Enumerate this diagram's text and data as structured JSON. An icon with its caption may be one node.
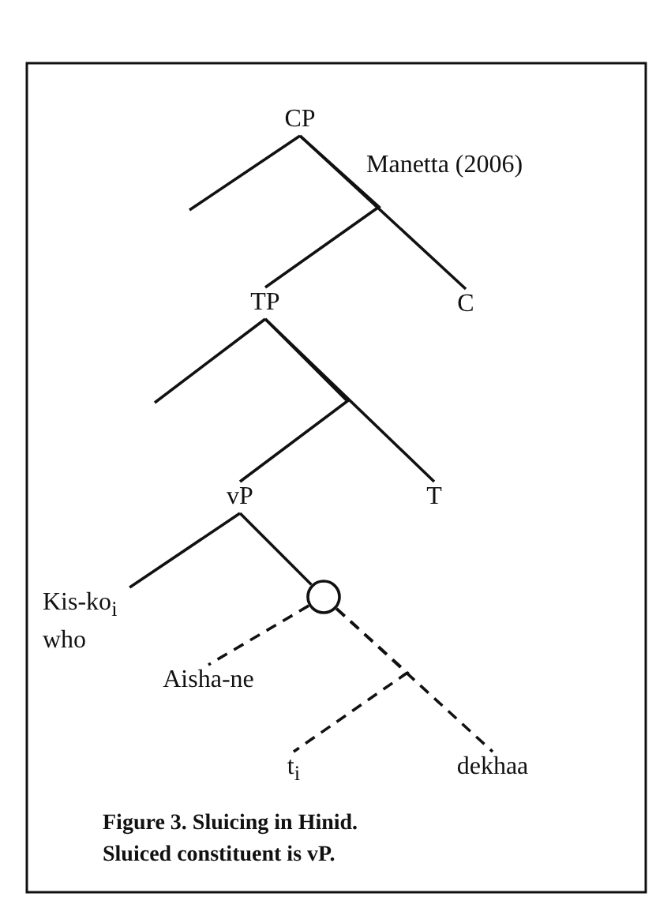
{
  "diagram": {
    "caption": "Figure 3. Sluicing in Hinid. Sluiced constituent is vP.",
    "nodes": [
      {
        "text": [
          "CP"
        ]
      },
      {
        "text": [
          "TP"
        ]
      },
      {
        "text": [
          "C"
        ]
      },
      {
        "text": [
          "vP"
        ]
      },
      {
        "text": [
          "T"
        ]
      },
      {
        "text": [
          "Kis-ko$_{i}$ who"
        ]
      },
      {
        "text": [],
        "shape": "circle"
      },
      {
        "text": [
          "Aisha-ne"
        ]
      },
      {
        "text": [
          "t$_{i}$"
        ]
      },
      {
        "text": [
          "dekhaa"
        ]
      }
    ],
    "edges": [
      {
        "from": 0,
        "to": null,
        "arrow": "none"
      },
      {
        "from": 0,
        "to": 1,
        "arrow": "none"
      },
      {
        "from": 0,
        "to": 2,
        "arrow": "none"
      },
      {
        "from": 1,
        "to": null,
        "arrow": "none"
      },
      {
        "from": 1,
        "to": 3,
        "arrow": "none"
      },
      {
        "from": 1,
        "to": 4,
        "arrow": "none"
      },
      {
        "from": 3,
        "to": 5,
        "arrow": "none"
      },
      {
        "from": 3,
        "to": 6,
        "arrow": "none"
      },
      {
        "from": 6,
        "to": 7,
        "arrow": "none",
        "style": "dashed"
      },
      {
        "from": 6,
        "to": 8,
        "arrow": "none",
        "style": "dashed"
      },
      {
        "from": 6,
        "to": 9,
        "arrow": "none",
        "style": "dashed"
      }
    ],
    "labels": [
      "Manetta (2006)"
    ]
  }
}
